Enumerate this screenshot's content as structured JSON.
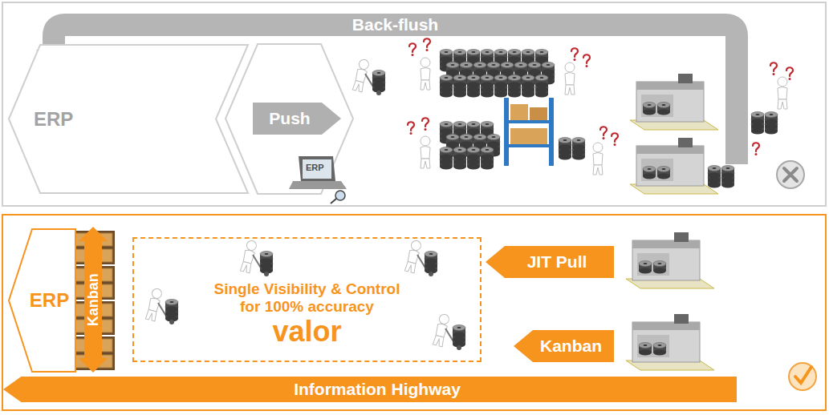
{
  "diagram": {
    "nodes": [
      {
        "text": [
          "Back-flush"
        ]
      },
      {
        "text": [
          "ERP"
        ]
      },
      {
        "text": [
          "Push"
        ]
      },
      {
        "text": [
          "ERP"
        ]
      },
      {
        "text": [
          "Kanban"
        ]
      },
      {
        "text": [
          "Single Visibility & Control for 100% accuracy",
          "valor"
        ]
      },
      {
        "text": [
          "JIT Pull"
        ]
      },
      {
        "text": [
          "Kanban"
        ]
      },
      {
        "text": [
          "Information Highway"
        ]
      }
    ],
    "labels": [
      "ERP"
    ]
  }
}
